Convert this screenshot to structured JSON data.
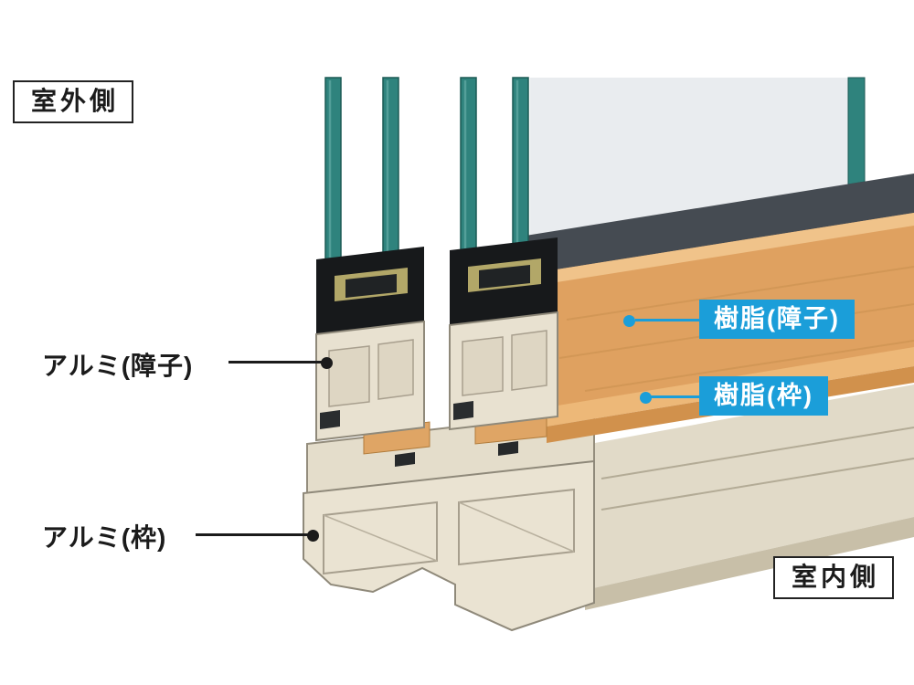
{
  "labels": {
    "outside_side": "室外側",
    "inside_side": "室内側",
    "aluminum_shoji": "アルミ(障子)",
    "aluminum_waku": "アルミ(枠)",
    "resin_shoji": "樹脂(障子)",
    "resin_waku": "樹脂(枠)"
  },
  "colors": {
    "callout_blue": "#1b9ed9",
    "glass_teal": "#2f837d",
    "resin_tan": "#dfa160",
    "resin_tan_light": "#edb878",
    "aluminum_cream": "#e8e1d0",
    "gasket_black": "#17191b",
    "rail_dark_gray": "#454b52",
    "leader_black": "#1b1b1b"
  }
}
